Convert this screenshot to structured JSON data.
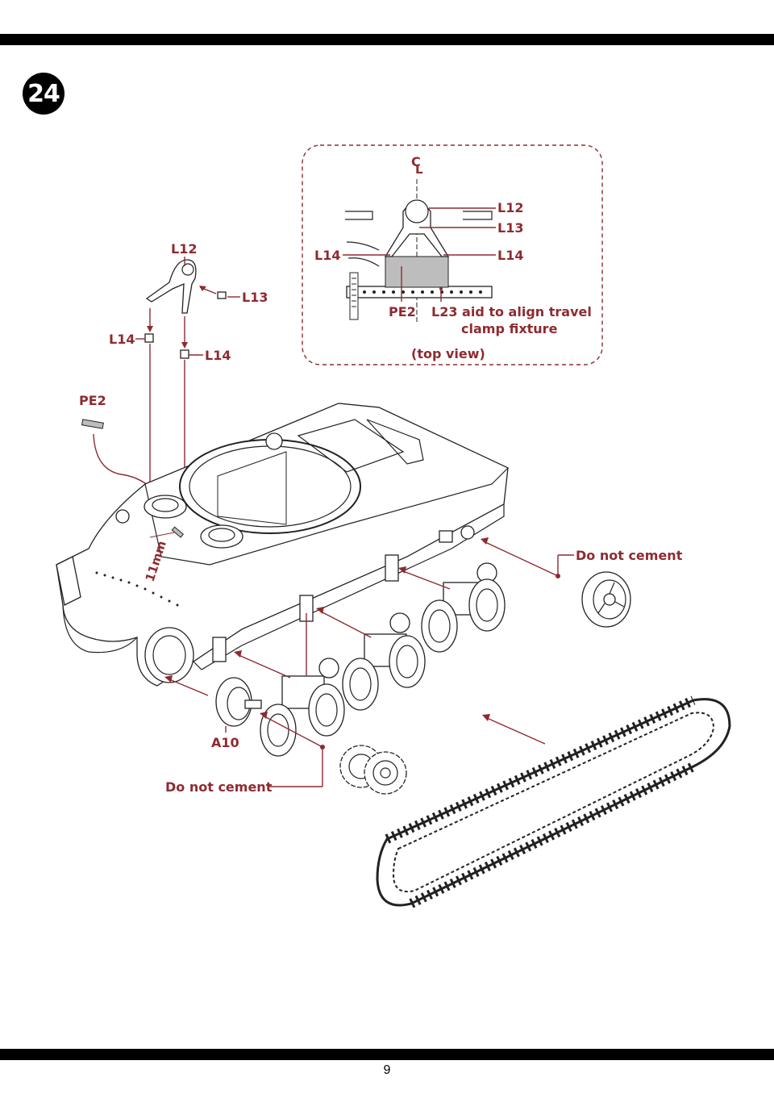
{
  "step": {
    "number": "24"
  },
  "page": {
    "number": "9"
  },
  "inset": {
    "center_mark": "C",
    "center_mark_sub": "L",
    "labels": {
      "l12": "L12",
      "l13": "L13",
      "l14_left": "L14",
      "l14_right": "L14",
      "pe2": "PE2",
      "l23_line1": "L23 aid to align travel",
      "l23_line2": "clamp fixture",
      "caption": "(top view)"
    }
  },
  "main": {
    "labels": {
      "l12": "L12",
      "l13": "L13",
      "l14_a": "L14",
      "l14_b": "L14",
      "pe2": "PE2",
      "dim": "11mm",
      "a10": "A10",
      "do_not_cement_idler": "Do not cement",
      "do_not_cement_sprocket": "Do not cement"
    }
  },
  "colors": {
    "label": "#8e2b30",
    "line": "#222222",
    "bars": "#000000"
  }
}
